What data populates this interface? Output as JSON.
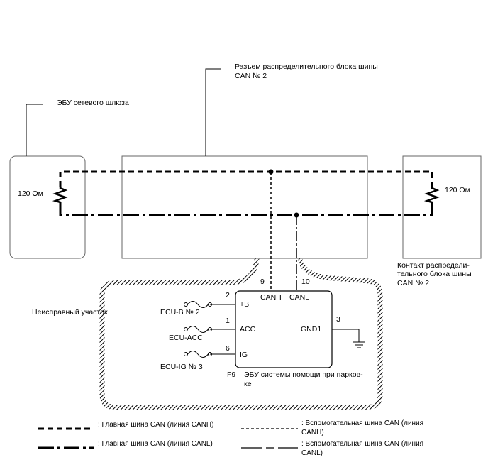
{
  "labels": {
    "gateway_ecu": "ЭБУ сетевого шлюза",
    "junction_connector_l1": "Разъем распределительного блока шины",
    "junction_connector_l2": "CAN № 2",
    "resistor_left": "120 Ом",
    "resistor_right": "120 Ом",
    "junction_contact_l1": "Контакт распредели-",
    "junction_contact_l2": "тельного блока шины",
    "junction_contact_l3": "CAN № 2",
    "faulty_section": "Неисправный участок"
  },
  "ecu": {
    "name_l1": "ЭБУ системы помощи при парков-",
    "name_l2": "ке",
    "connector": "F9",
    "pins": {
      "canh_no": "9",
      "canl_no": "10",
      "canh": "CANH",
      "canl": "CANL",
      "b_no": "2",
      "b": "+B",
      "acc_no": "1",
      "acc": "ACC",
      "ig_no": "6",
      "ig": "IG",
      "gnd_no": "3",
      "gnd": "GND1"
    },
    "fuses": {
      "ecu_b": "ECU-B № 2",
      "ecu_acc": "ECU-ACC",
      "ecu_ig": "ECU-IG № 3"
    }
  },
  "legend": {
    "main_canh": ": Главная шина CAN (линия CANH)",
    "main_canl": ": Главная шина CAN (линия CANL)",
    "sub_canh_l1": ": Вспомогательная шина CAN (линия",
    "sub_canh_l2": "CANH)",
    "sub_canl_l1": ": Вспомогательная шина CAN (линия",
    "sub_canl_l2": "CANL)"
  }
}
